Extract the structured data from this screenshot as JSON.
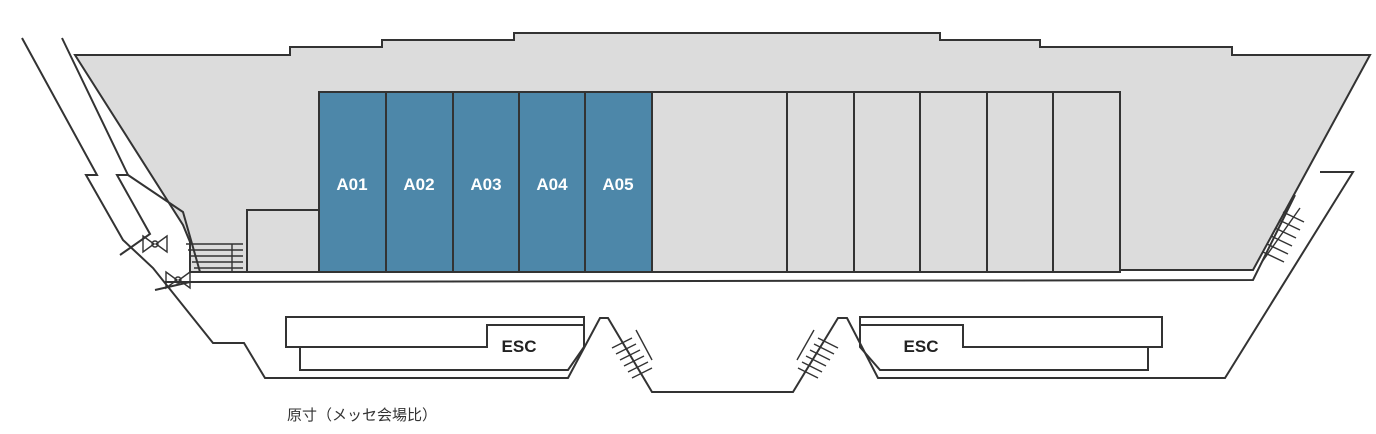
{
  "colors": {
    "booked_room": "#4d87a9",
    "hall_fill": "#dcdcdc",
    "wall": "#333333",
    "background": "#ffffff"
  },
  "rooms": [
    {
      "label": "A01",
      "status": "highlighted"
    },
    {
      "label": "A02",
      "status": "highlighted"
    },
    {
      "label": "A03",
      "status": "highlighted"
    },
    {
      "label": "A04",
      "status": "highlighted"
    },
    {
      "label": "A05",
      "status": "highlighted"
    },
    {
      "label": "",
      "status": "plain"
    },
    {
      "label": "",
      "status": "plain"
    },
    {
      "label": "",
      "status": "plain"
    },
    {
      "label": "",
      "status": "plain"
    },
    {
      "label": "",
      "status": "plain"
    },
    {
      "label": "",
      "status": "plain"
    }
  ],
  "escalators": [
    {
      "label": "ESC"
    },
    {
      "label": "ESC"
    }
  ],
  "icons": [
    "stairs-icon",
    "toilet-icon"
  ],
  "caption": "原寸（メッセ会場比）"
}
